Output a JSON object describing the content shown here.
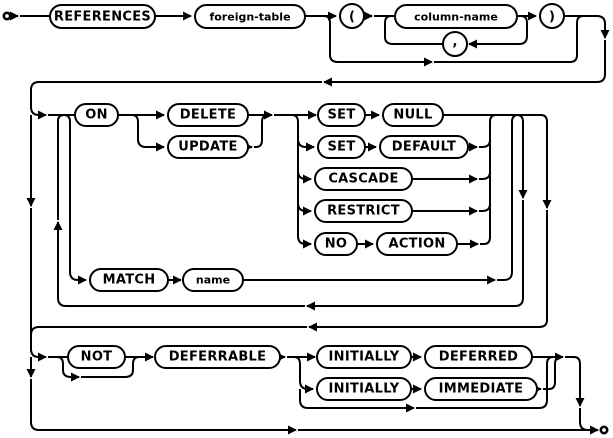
{
  "diagram": {
    "kind": "railroad-syntax-diagram",
    "subject": "foreign-key-clause",
    "colors": {
      "line": "#000000",
      "background": "#ffffff",
      "box_fill": "#ffffff"
    },
    "nodes": {
      "references": {
        "label": "REFERENCES",
        "kind": "keyword"
      },
      "foreign_table": {
        "label": "foreign-table",
        "kind": "nonterminal"
      },
      "lparen": {
        "label": "(",
        "kind": "punctuation"
      },
      "column_name": {
        "label": "column-name",
        "kind": "nonterminal"
      },
      "comma": {
        "label": ",",
        "kind": "punctuation"
      },
      "rparen": {
        "label": ")",
        "kind": "punctuation"
      },
      "on": {
        "label": "ON",
        "kind": "keyword"
      },
      "delete": {
        "label": "DELETE",
        "kind": "keyword"
      },
      "update": {
        "label": "UPDATE",
        "kind": "keyword"
      },
      "set_1": {
        "label": "SET",
        "kind": "keyword"
      },
      "null_kw": {
        "label": "NULL",
        "kind": "keyword"
      },
      "set_2": {
        "label": "SET",
        "kind": "keyword"
      },
      "default_kw": {
        "label": "DEFAULT",
        "kind": "keyword"
      },
      "cascade": {
        "label": "CASCADE",
        "kind": "keyword"
      },
      "restrict": {
        "label": "RESTRICT",
        "kind": "keyword"
      },
      "no_kw": {
        "label": "NO",
        "kind": "keyword"
      },
      "action": {
        "label": "ACTION",
        "kind": "keyword"
      },
      "match": {
        "label": "MATCH",
        "kind": "keyword"
      },
      "name_nt": {
        "label": "name",
        "kind": "nonterminal"
      },
      "not_kw": {
        "label": "NOT",
        "kind": "keyword"
      },
      "deferrable": {
        "label": "DEFERRABLE",
        "kind": "keyword"
      },
      "initially_1": {
        "label": "INITIALLY",
        "kind": "keyword"
      },
      "deferred": {
        "label": "DEFERRED",
        "kind": "keyword"
      },
      "initially_2": {
        "label": "INITIALLY",
        "kind": "keyword"
      },
      "immediate": {
        "label": "IMMEDIATE",
        "kind": "keyword"
      }
    }
  }
}
